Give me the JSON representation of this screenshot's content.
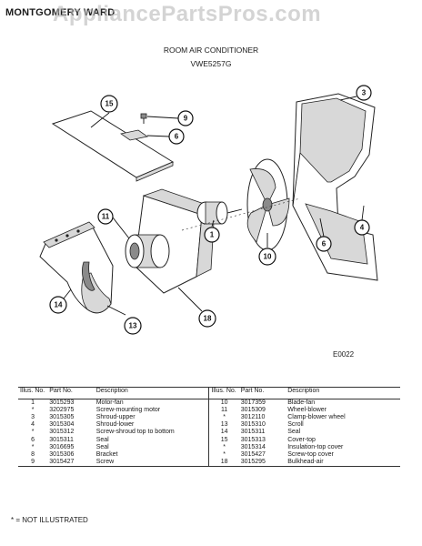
{
  "header": {
    "brand": "MONTGOMERY WARD",
    "watermark": "AppliancePartsPros.com",
    "title": "ROOM AIR CONDITIONER",
    "model": "VWE5257G"
  },
  "diagram": {
    "code": "E0022",
    "callouts": [
      "15",
      "9",
      "6",
      "3",
      "11",
      "1",
      "10",
      "6",
      "4",
      "14",
      "13",
      "18"
    ]
  },
  "table": {
    "headers": {
      "illus_no": "Illus. No.",
      "part_no": "Part No.",
      "description": "Description"
    },
    "left": [
      {
        "illus": "1",
        "part": "3015293",
        "desc": "Motor-fan"
      },
      {
        "illus": "*",
        "part": "3202975",
        "desc": "Screw-mounting motor"
      },
      {
        "illus": "3",
        "part": "3015305",
        "desc": "Shroud-upper"
      },
      {
        "illus": "4",
        "part": "3015304",
        "desc": "Shroud-lower"
      },
      {
        "illus": "*",
        "part": "3015312",
        "desc": "Screw-shroud top to bottom"
      },
      {
        "illus": "6",
        "part": "3015311",
        "desc": "Seal"
      },
      {
        "illus": "*",
        "part": "3016695",
        "desc": "Seal"
      },
      {
        "illus": "8",
        "part": "3015306",
        "desc": "Bracket"
      },
      {
        "illus": "9",
        "part": "3015427",
        "desc": "Screw"
      }
    ],
    "right": [
      {
        "illus": "10",
        "part": "3017359",
        "desc": "Blade-fan"
      },
      {
        "illus": "11",
        "part": "3015309",
        "desc": "Wheel-blower"
      },
      {
        "illus": "*",
        "part": "3012110",
        "desc": "Clamp-blower wheel"
      },
      {
        "illus": "13",
        "part": "3015310",
        "desc": "Scroll"
      },
      {
        "illus": "14",
        "part": "3015311",
        "desc": "Seal"
      },
      {
        "illus": "15",
        "part": "3015313",
        "desc": "Cover-top"
      },
      {
        "illus": "*",
        "part": "3015314",
        "desc": "Insulation-top cover"
      },
      {
        "illus": "*",
        "part": "3015427",
        "desc": "Screw-top cover"
      },
      {
        "illus": "18",
        "part": "3015295",
        "desc": "Bulkhead-air"
      }
    ]
  },
  "footnote": "* = NOT ILLUSTRATED"
}
